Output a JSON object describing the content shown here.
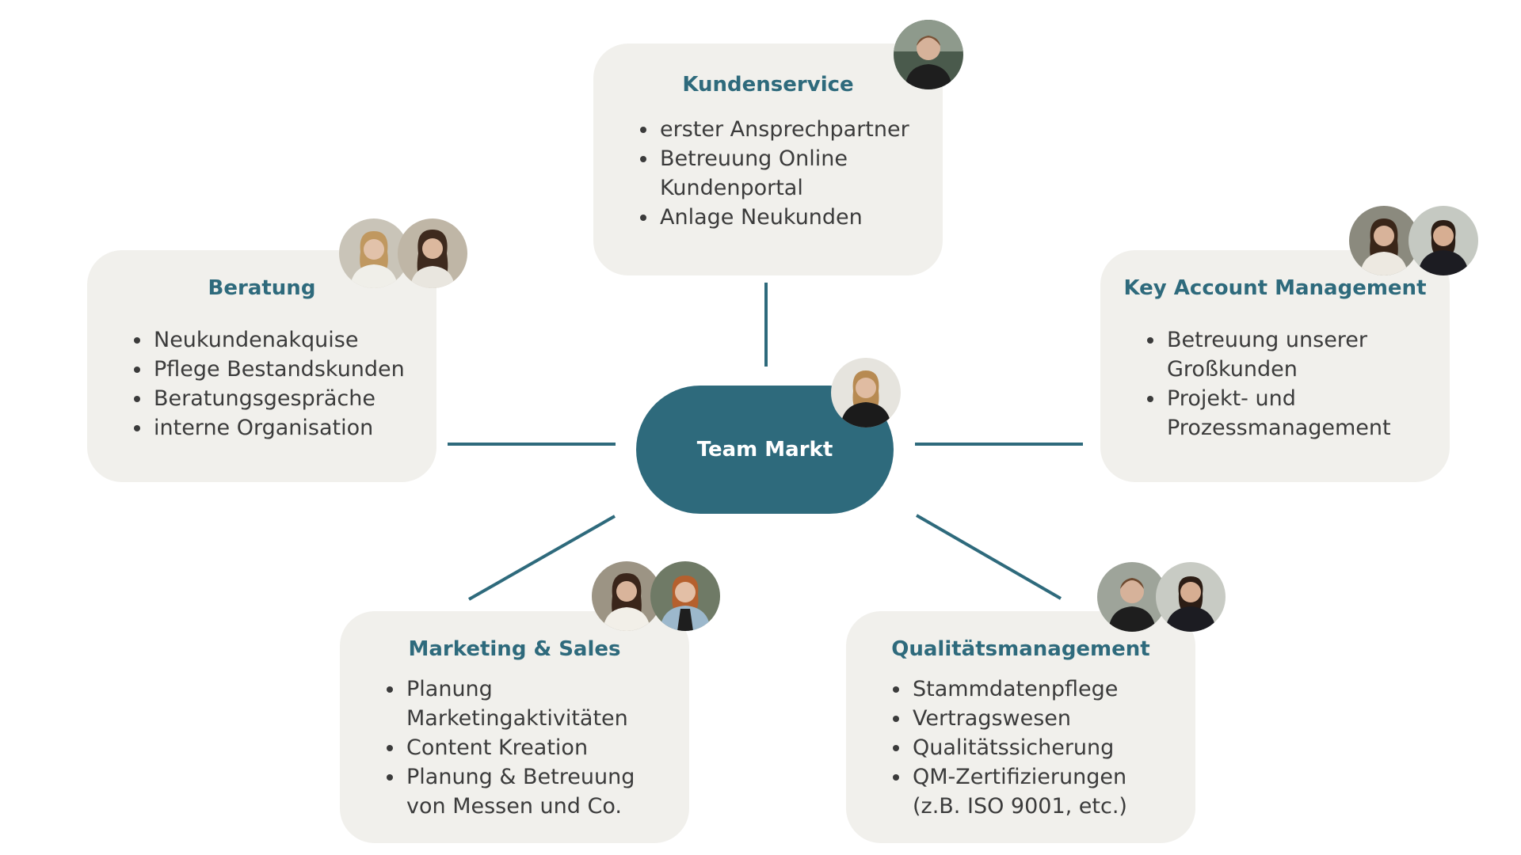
{
  "center": {
    "label": "Team Markt"
  },
  "cards": {
    "kundenservice": {
      "title": "Kundenservice",
      "items": [
        "erster Ansprechpartner",
        "Betreuung Online",
        "Kundenportal",
        "Anlage Neukunden"
      ]
    },
    "beratung": {
      "title": "Beratung",
      "items": [
        "Neukundenakquise",
        "Pflege Bestandskunden",
        "Beratungsgespräche",
        "interne Organisation"
      ]
    },
    "key_account": {
      "title": "Key Account Management",
      "items": [
        "Betreuung unserer",
        "Großkunden",
        "Projekt- und",
        "Prozessmanagement"
      ]
    },
    "marketing": {
      "title": "Marketing & Sales",
      "items": [
        "Planung",
        "Marketingaktivitäten",
        "Content Kreation",
        "Planung & Betreuung",
        "von Messen und Co."
      ]
    },
    "qualitaet": {
      "title": "Qualitätsmanagement",
      "items": [
        "Stammdatenpflege",
        "Vertragswesen",
        "Qualitätssicherung",
        "QM-Zertifizierungen",
        "(z.B. ISO 9001, etc.)"
      ]
    }
  },
  "colors": {
    "accent": "#2e6a7c",
    "card_background": "#f1f0ec",
    "text": "#3b3b3b"
  },
  "icons": {
    "avatar": "person-photo-avatar"
  }
}
